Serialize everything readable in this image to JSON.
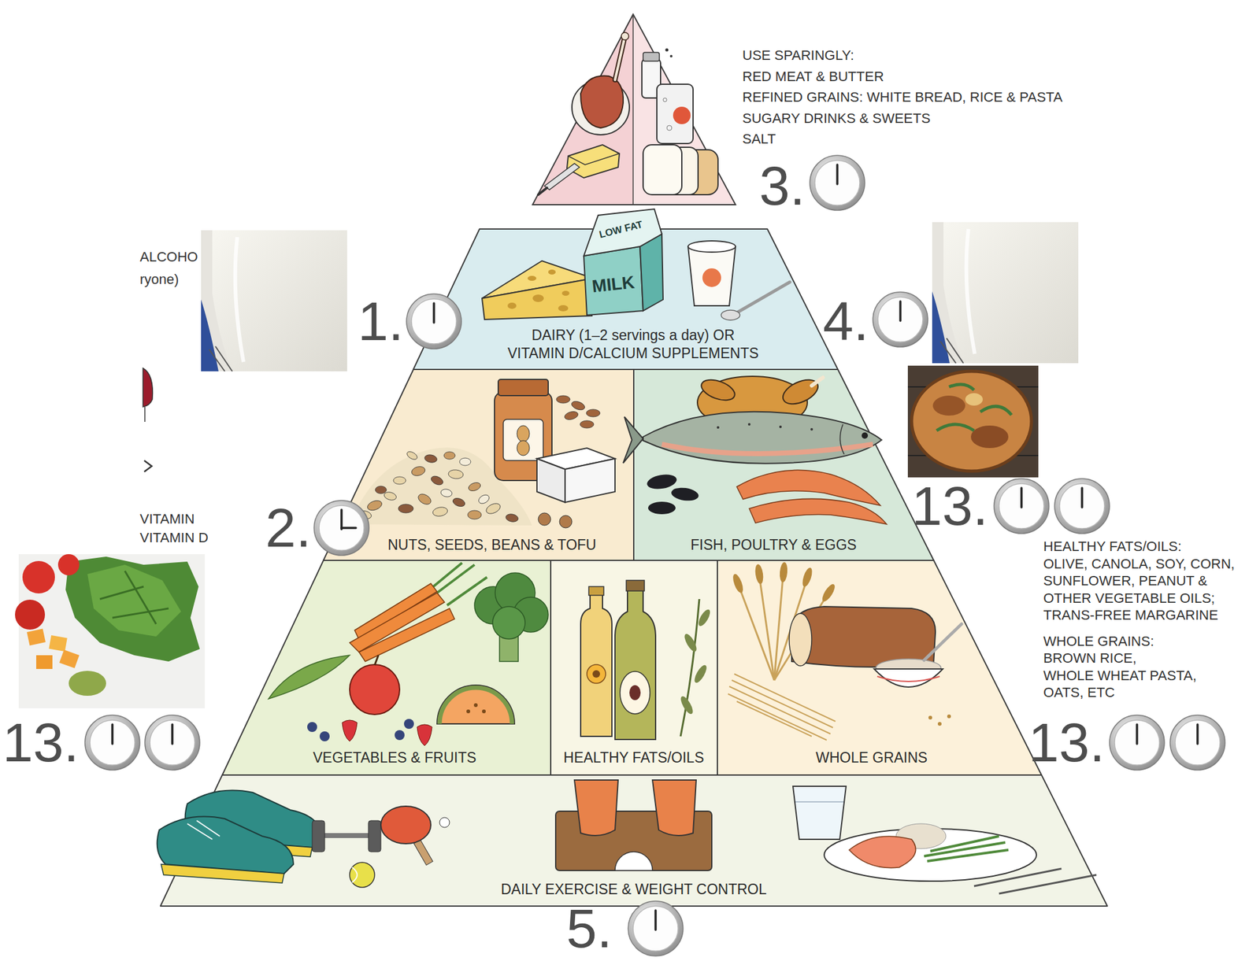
{
  "diagram": {
    "nodes": [
      {
        "text": [
          "USE SPARINGLY:",
          "RED MEAT & BUTTER",
          "REFINED GRAINS: WHITE BREAD, RICE & PASTA",
          "SUGARY DRINKS & SWEETS",
          "SALT"
        ]
      },
      {
        "text": [
          "DAIRY (1–2 servings a day) OR",
          "VITAMIN D/CALCIUM SUPPLEMENTS"
        ]
      },
      {
        "text": [
          "NUTS, SEEDS, BEANS & TOFU"
        ]
      },
      {
        "text": [
          "FISH, POULTRY & EGGS"
        ]
      },
      {
        "text": [
          "VEGETABLES & FRUITS"
        ]
      },
      {
        "text": [
          "HEALTHY FATS/OILS"
        ]
      },
      {
        "text": [
          "WHOLE GRAINS"
        ]
      },
      {
        "text": [
          "DAILY EXERCISE & WEIGHT CONTROL"
        ]
      }
    ],
    "labels": [
      "ALCOHO",
      "ryone)",
      "VITAMIN",
      "VITAMIN D",
      "LOW FAT",
      "MILK",
      "3.",
      "1.",
      "4.",
      "2.",
      "13.",
      "13.",
      "13.",
      "5.",
      "HEALTHY FATS/OILS:",
      "OLIVE, CANOLA, SOY, CORN, SUNFLOWER, PEANUT & OTHER VEGETABLE OILS;",
      "TRANS-FREE MARGARINE",
      "WHOLE GRAINS:",
      "BROWN RICE,",
      "WHOLE WHEAT PASTA,",
      "OATS, ETC"
    ]
  }
}
